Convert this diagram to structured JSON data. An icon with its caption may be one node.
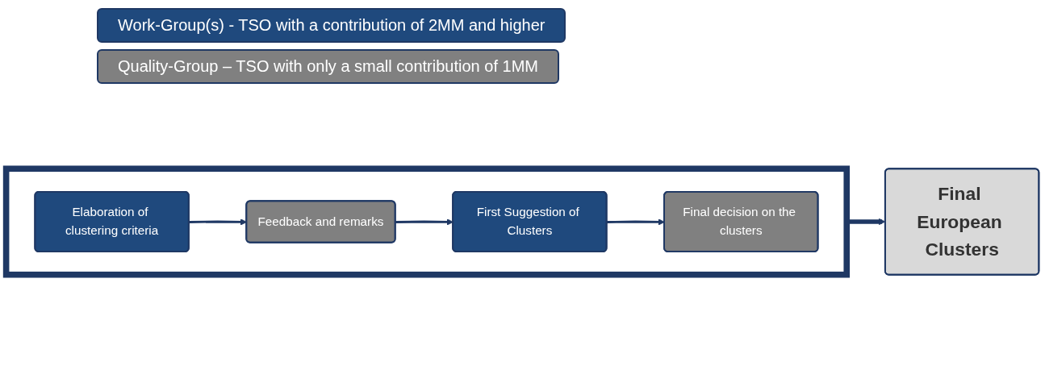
{
  "diagram": {
    "nodes": [
      {
        "text": [],
        "shape": "arrow"
      },
      {
        "text": [
          "Elaboration of clustering criteria"
        ],
        "in": 0
      },
      {
        "text": [
          "Feedback and remarks"
        ],
        "in": 0
      },
      {
        "text": [
          "First Suggestion of Clusters"
        ],
        "in": 0
      },
      {
        "text": [
          "Final decision on the clusters"
        ],
        "in": 0
      },
      {
        "text": [
          "Final European Clusters"
        ]
      }
    ],
    "edges": [
      {
        "from": 1,
        "to": 2,
        "arrow": "to"
      },
      {
        "from": 2,
        "to": 3,
        "arrow": "to"
      },
      {
        "from": 3,
        "to": 4,
        "arrow": "to"
      },
      {
        "from": 0,
        "to": 5,
        "arrow": "to",
        "style": "thick",
        "color": "#1f3864"
      }
    ],
    "legend": [
      {
        "text": "Work-Group(s) - TSO with a contribution of 2MM and higher",
        "color": "#1f497d"
      },
      {
        "text": "Quality-Group – TSO with only a small contribution of 1MM",
        "color": "#808080"
      }
    ]
  }
}
